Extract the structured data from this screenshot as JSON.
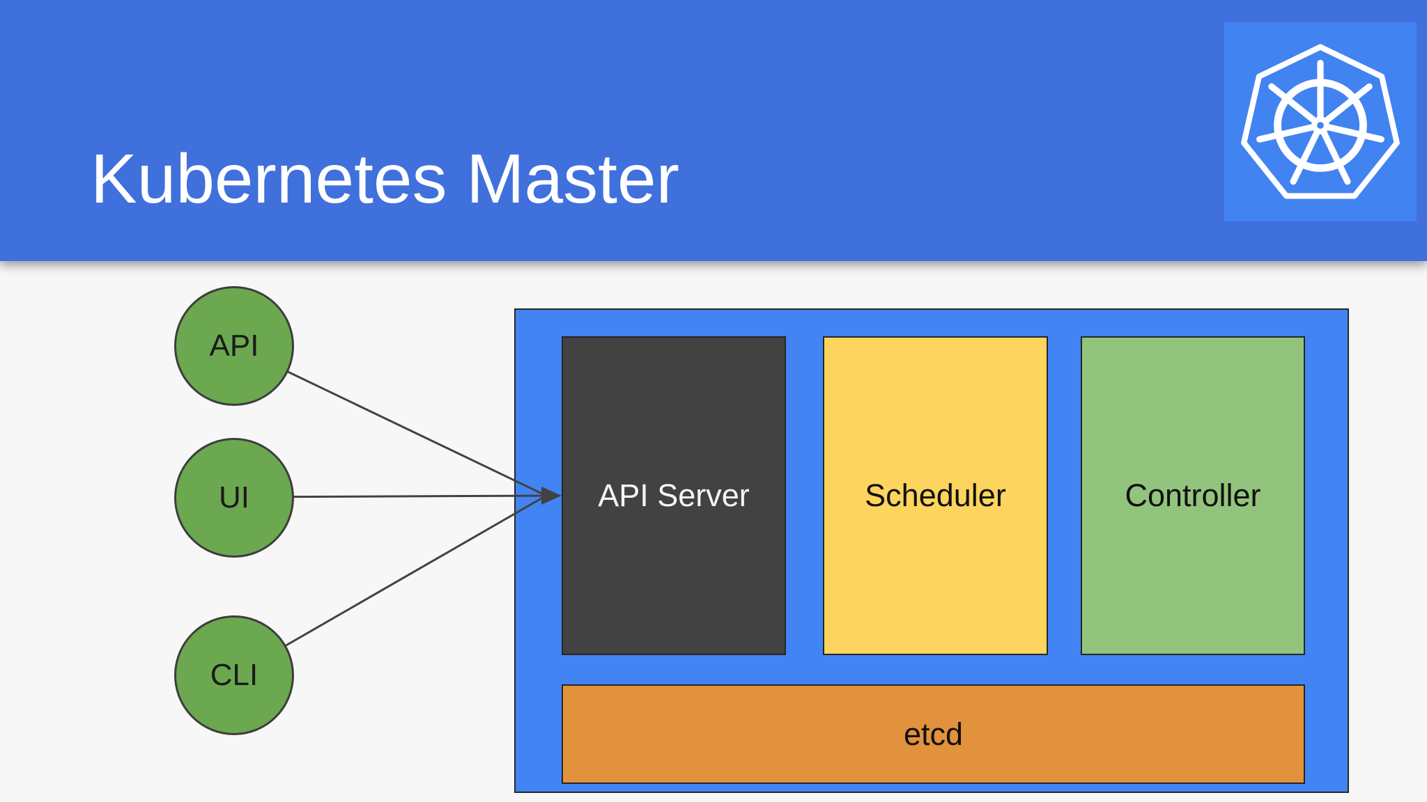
{
  "slide": {
    "background_color": "#F8F7F7"
  },
  "header": {
    "title": "Kubernetes Master",
    "background_color": "#4070DC",
    "text_color": "#FFFFFF",
    "logo": {
      "name": "kubernetes-logo",
      "shape": "heptagon-helm-wheel",
      "tile_color": "#4183F0",
      "glyph_color": "#FFFFFF"
    }
  },
  "clients": [
    {
      "label": "API",
      "fill": "#6BA84F",
      "border_color": "#3D3D3D",
      "text_color": "#1A1A1A"
    },
    {
      "label": "UI",
      "fill": "#6BA84F",
      "border_color": "#3D3D3D",
      "text_color": "#1A1A1A"
    },
    {
      "label": "CLI",
      "fill": "#6BA84F",
      "border_color": "#3D3D3D",
      "text_color": "#1A1A1A"
    }
  ],
  "master": {
    "container_fill": "#4284F3",
    "container_border_color": "#282828",
    "components": [
      {
        "label": "API Server",
        "fill": "#424242",
        "text_color": "#F5F5F5"
      },
      {
        "label": "Scheduler",
        "fill": "#FCD45E",
        "text_color": "#111111"
      },
      {
        "label": "Controller",
        "fill": "#93C47D",
        "text_color": "#111111"
      }
    ],
    "datastore": {
      "label": "etcd",
      "fill": "#E2913C",
      "text_color": "#111111"
    }
  },
  "connections": {
    "line_color": "#424242",
    "edges": [
      {
        "from": "API",
        "to": "API Server"
      },
      {
        "from": "UI",
        "to": "API Server"
      },
      {
        "from": "CLI",
        "to": "API Server"
      }
    ]
  }
}
